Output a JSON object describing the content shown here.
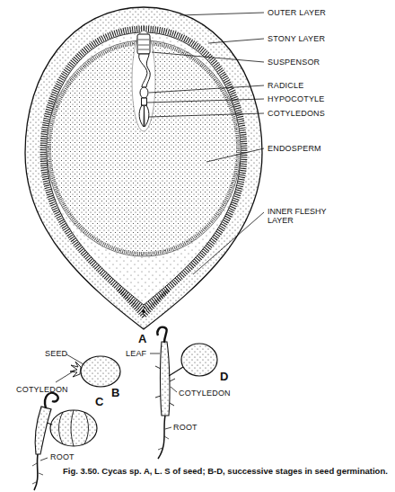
{
  "diagram": {
    "caption": "Fig. 3.50. Cycas sp. A, L. S of seed; B-D, successive stages in seed germination.",
    "labels": [
      "OUTER LAYER",
      "STONY LAYER",
      "SUSPENSOR",
      "RADICLE",
      "HYPOCOTYLE",
      "COTYLEDONS",
      "ENDOSPERM",
      "INNER FLESHY LAYER",
      "A",
      "SEED",
      "LEAF",
      "B",
      "COTYLEDON",
      "D",
      "COTYLEDON",
      "C",
      "ROOT",
      "ROOT"
    ]
  }
}
